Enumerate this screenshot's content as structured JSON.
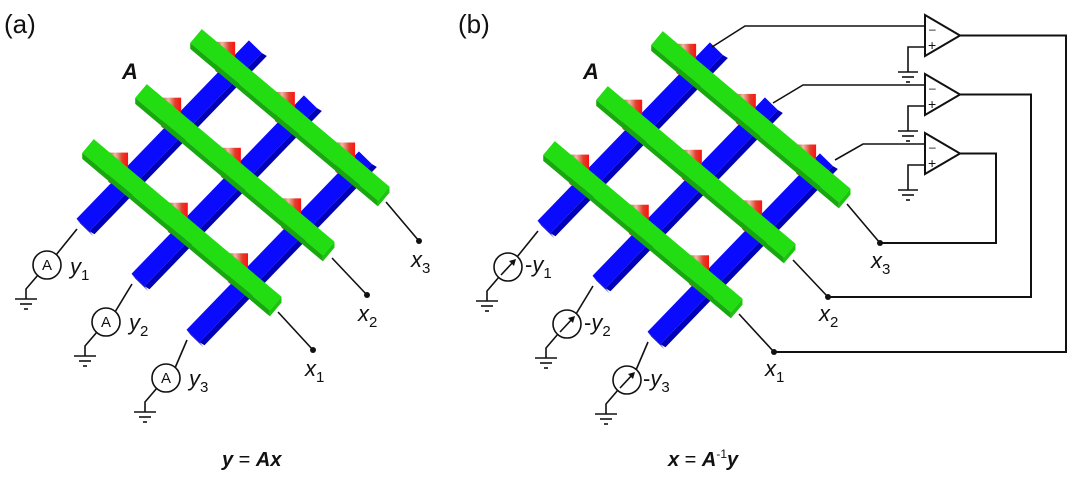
{
  "panels": [
    {
      "id": "a",
      "label": "(a)",
      "matrix_label": "A",
      "row_labels": [
        {
          "name": "y",
          "sub": "1",
          "prefix": ""
        },
        {
          "name": "y",
          "sub": "2",
          "prefix": ""
        },
        {
          "name": "y",
          "sub": "3",
          "prefix": ""
        }
      ],
      "col_labels": [
        {
          "name": "x",
          "sub": "1"
        },
        {
          "name": "x",
          "sub": "2"
        },
        {
          "name": "x",
          "sub": "3"
        }
      ],
      "meter_symbol": "A",
      "meter_type": "ammeter",
      "equation": {
        "lhs": "y",
        "eq": " = ",
        "rhs": "Ax",
        "sup": ""
      }
    },
    {
      "id": "b",
      "label": "(b)",
      "matrix_label": "A",
      "row_labels": [
        {
          "name": "y",
          "sub": "1",
          "prefix": "-"
        },
        {
          "name": "y",
          "sub": "2",
          "prefix": "-"
        },
        {
          "name": "y",
          "sub": "3",
          "prefix": "-"
        }
      ],
      "col_labels": [
        {
          "name": "x",
          "sub": "1"
        },
        {
          "name": "x",
          "sub": "2"
        },
        {
          "name": "x",
          "sub": "3"
        }
      ],
      "meter_type": "current-source",
      "opamp_count": 3,
      "opamp_inputs": {
        "inverting": "–",
        "noninverting": "+"
      },
      "equation": {
        "lhs": "x",
        "eq": " = ",
        "rhs_base": "A",
        "sup": "-1",
        "rhs_tail": "y"
      }
    }
  ],
  "colors": {
    "row_bar": "#0a0aff",
    "row_bar_side": "#0000b8",
    "col_bar": "#22dd11",
    "col_bar_side": "#16a80c",
    "memristor": "#e05545",
    "wire": "#111111"
  }
}
